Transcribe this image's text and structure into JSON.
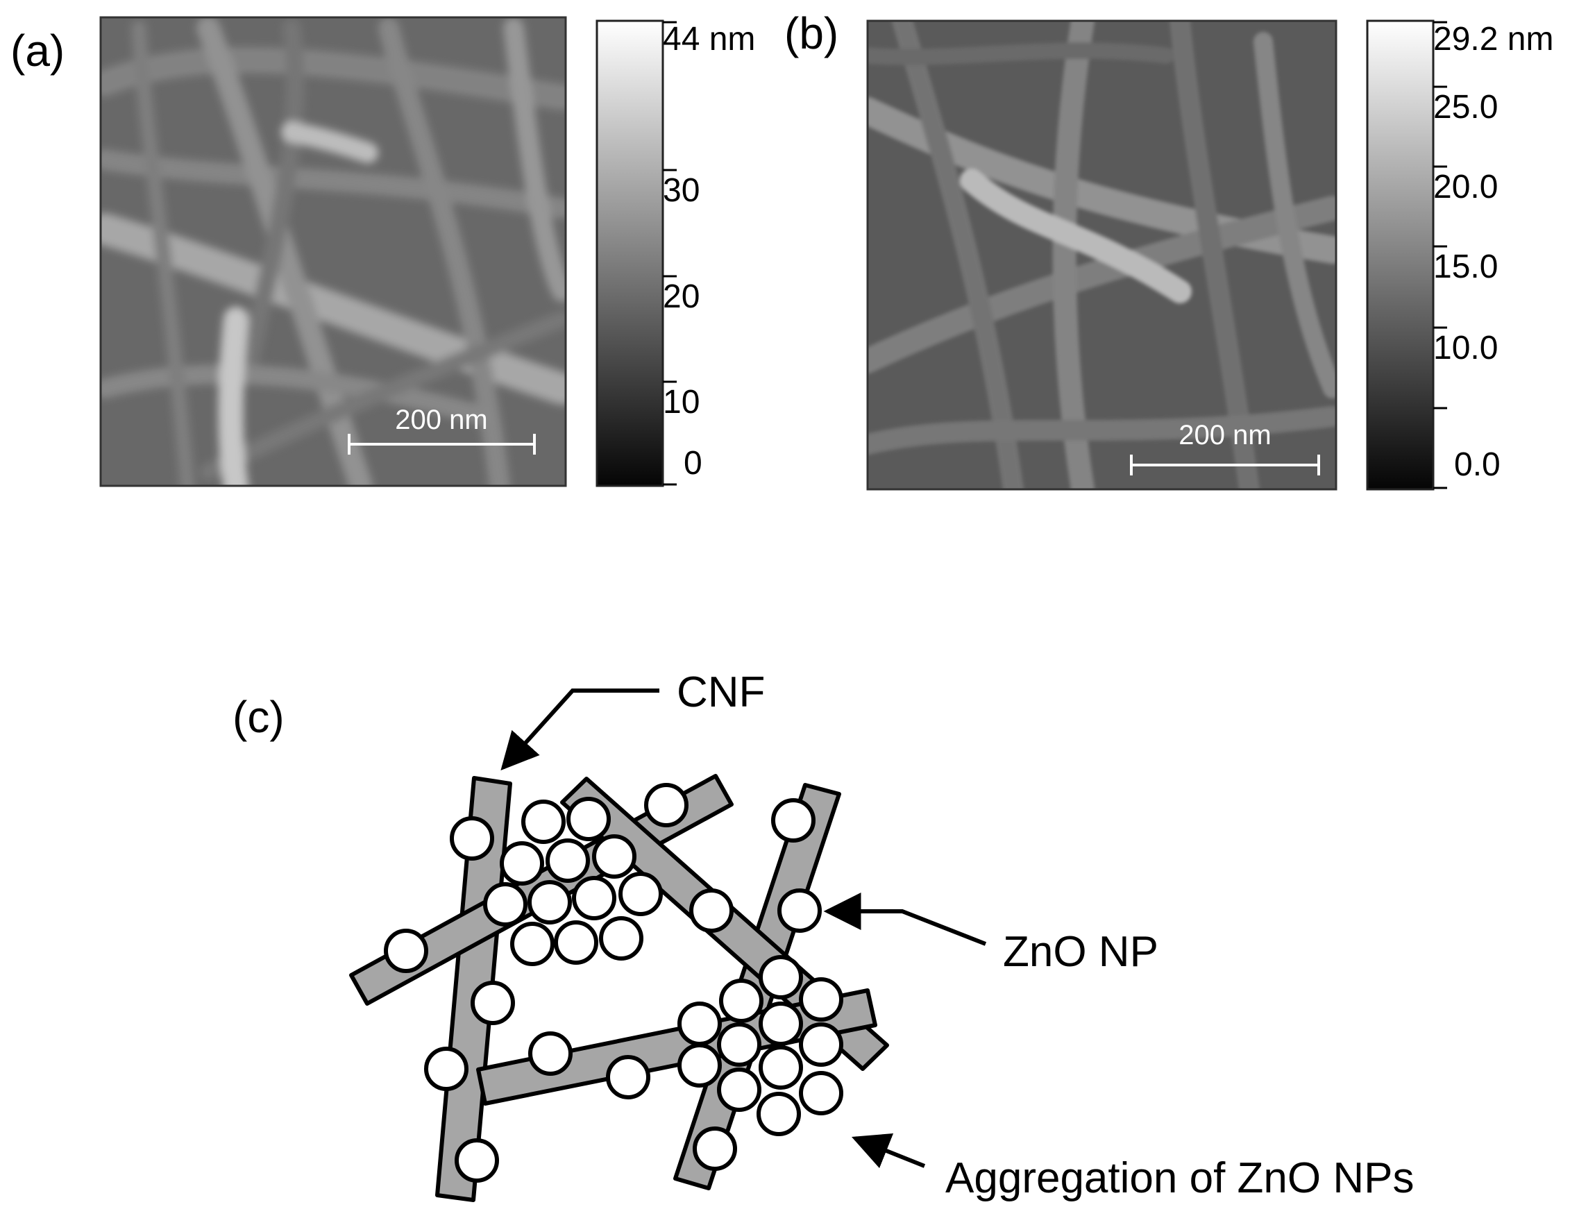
{
  "panels": {
    "a": {
      "label": "(a)",
      "scale_bar": "200 nm",
      "colorbar": {
        "max_label": "44 nm",
        "ticks": [
          "30",
          "20",
          "10",
          "0"
        ]
      }
    },
    "b": {
      "label": "(b)",
      "scale_bar": "200 nm",
      "colorbar": {
        "max_label": "29.2 nm",
        "ticks": [
          "25.0",
          "20.0",
          "15.0",
          "10.0",
          "0.0"
        ]
      }
    },
    "c": {
      "label": "(c)",
      "annotations": {
        "cnf": "CNF",
        "zno_np": "ZnO NP",
        "aggregation": "Aggregation of ZnO NPs"
      }
    }
  },
  "colors": {
    "fiber_fill": "#a6a6a6",
    "outline": "#000000",
    "particle_fill": "#ffffff"
  }
}
